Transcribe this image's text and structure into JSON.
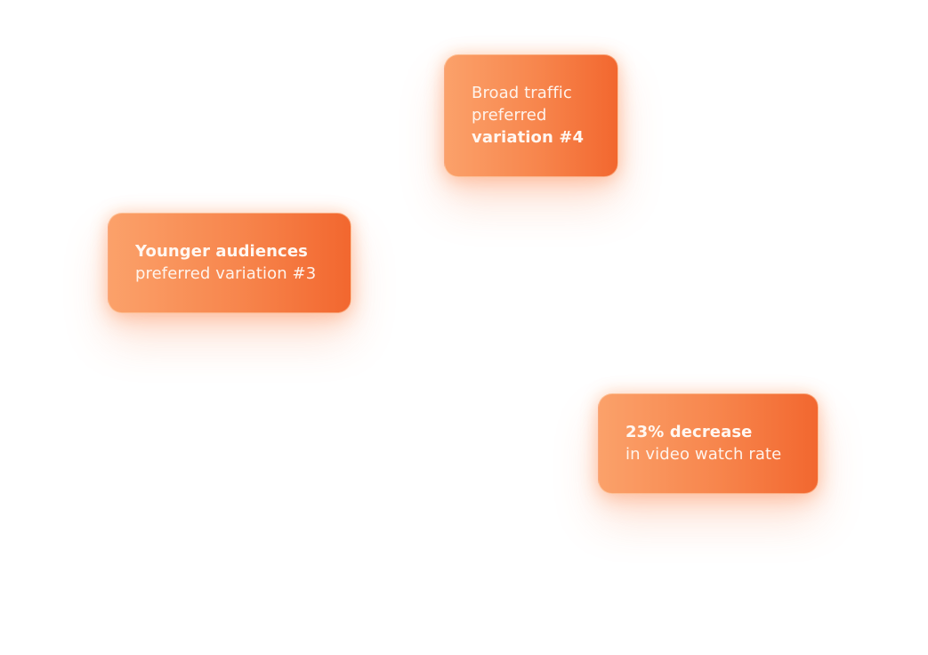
{
  "cards": {
    "broad_traffic": {
      "line1": "Broad traffic",
      "line2": "preferred",
      "line3": "variation #4"
    },
    "younger_audiences": {
      "line1": "Younger audiences",
      "line2": "preferred variation #3"
    },
    "decrease": {
      "line1": "23% decrease",
      "line2": "in video watch rate"
    }
  },
  "colors": {
    "gradient_start": "#fba16a",
    "gradient_end": "#f2672f",
    "text": "#fff7f1"
  }
}
